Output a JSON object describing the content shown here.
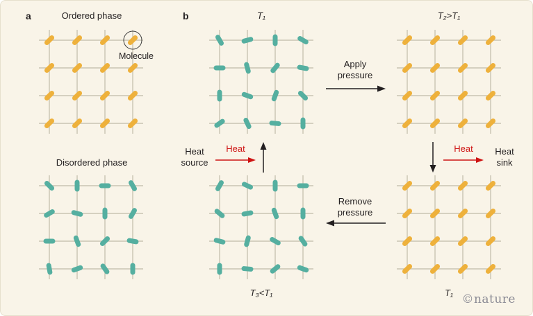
{
  "colors": {
    "background": "#f9f4e8",
    "border": "#e6e0cd",
    "text": "#231f20",
    "lattice_line": "#c9c3b2",
    "molecule_yellow": "#eeb13c",
    "molecule_teal": "#55afa0",
    "heat_red": "#ce1312",
    "arrow_black": "#231f20",
    "nature_gray": "#8a8a94"
  },
  "panel_a": {
    "label": "a",
    "ordered_title": "Ordered phase",
    "molecule_label": "Molecule",
    "disordered_title": "Disordered phase"
  },
  "panel_b": {
    "label": "b",
    "temp_top_left": "T₁",
    "temp_top_right": "T₂>T₁",
    "temp_bottom_left": "T₃<T₁",
    "temp_bottom_right": "T₁",
    "apply_pressure": "Apply pressure",
    "remove_pressure": "Remove pressure",
    "heat_source": "Heat source",
    "heat_sink": "Heat sink",
    "heat_label_left": "Heat",
    "heat_label_right": "Heat"
  },
  "watermark": "©nature",
  "lattice_config": {
    "rows": 4,
    "cols": 4,
    "spacing": 40,
    "overhang": 15,
    "pill_length": 17,
    "pill_width": 7
  },
  "lattices": {
    "a_ordered": {
      "color": "molecule_yellow",
      "order": "ordered",
      "rotations": [
        -45,
        -45,
        -45,
        -45,
        -45,
        -45,
        -45,
        -45,
        -45,
        -45,
        -45,
        -45,
        -45,
        -45,
        -45,
        -45
      ]
    },
    "a_disordered": {
      "color": "molecule_teal",
      "order": "disordered",
      "rotations": [
        45,
        90,
        0,
        60,
        -30,
        15,
        90,
        -60,
        0,
        70,
        -45,
        10,
        80,
        -20,
        55,
        90
      ]
    },
    "b_t1": {
      "color": "molecule_teal",
      "order": "disordered",
      "rotations": [
        60,
        -15,
        90,
        30,
        0,
        75,
        -50,
        10,
        90,
        20,
        -70,
        45,
        -35,
        65,
        5,
        90
      ]
    },
    "b_t2": {
      "color": "molecule_yellow",
      "order": "ordered",
      "rotations": [
        -45,
        -45,
        -45,
        -45,
        -45,
        -45,
        -45,
        -45,
        -45,
        -45,
        -45,
        -45,
        -45,
        -45,
        -45,
        -45
      ]
    },
    "b_t3": {
      "color": "molecule_teal",
      "order": "disordered",
      "rotations": [
        -60,
        25,
        90,
        0,
        40,
        -10,
        70,
        90,
        15,
        -75,
        30,
        55,
        90,
        5,
        -40,
        20
      ]
    },
    "b_t4": {
      "color": "molecule_yellow",
      "order": "ordered",
      "rotations": [
        -45,
        -45,
        -45,
        -45,
        -45,
        -45,
        -45,
        -45,
        -45,
        -45,
        -45,
        -45,
        -45,
        -45,
        -45,
        -45
      ]
    }
  }
}
